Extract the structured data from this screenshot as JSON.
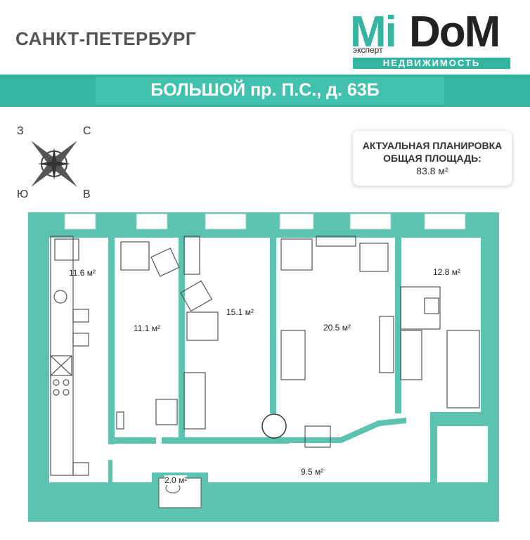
{
  "header": {
    "city": "САНКТ-ПЕТЕРБУРГ",
    "address": "БОЛЬШОЙ пр. П.С., д. 63Б"
  },
  "logo": {
    "mi": "Mi",
    "dom": "DoM",
    "expert": "эксперт",
    "bar": "НЕДВИЖИМОСТЬ",
    "brand_color": "#35b5a1"
  },
  "compass": {
    "w": "З",
    "n": "С",
    "s": "Ю",
    "e": "В"
  },
  "info": {
    "line1": "АКТУАЛЬНАЯ ПЛАНИРОВКА",
    "line2": "ОБЩАЯ ПЛОЩАДЬ:",
    "area": "83.8 м²"
  },
  "rooms": {
    "kitchen": "11.6 м²",
    "room1": "11.1 м²",
    "room2": "15.1 м²",
    "room3": "20.5 м²",
    "room4": "12.8 м²",
    "hall": "9.5 м²",
    "wc": "2.0 м²"
  },
  "colors": {
    "wall": "#5cc3b0",
    "accent": "#3fbfac",
    "furniture": "#2e9c8c"
  }
}
